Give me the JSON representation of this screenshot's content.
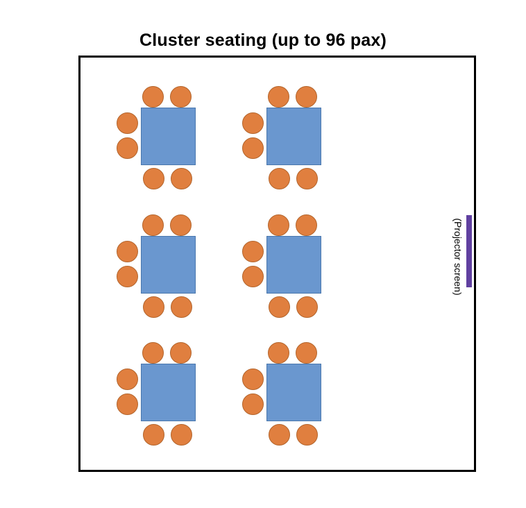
{
  "title": "Cluster seating (up to 96 pax)",
  "screen": {
    "label": "(Projector screen)"
  },
  "colors": {
    "table": "#6a97cf",
    "chair": "#e07f3f",
    "screen": "#6040a0",
    "border": "#000000"
  },
  "clusters": [
    {
      "row": 1,
      "col": 1
    },
    {
      "row": 1,
      "col": 2
    },
    {
      "row": 2,
      "col": 1
    },
    {
      "row": 2,
      "col": 2
    },
    {
      "row": 3,
      "col": 1
    },
    {
      "row": 3,
      "col": 2
    }
  ]
}
